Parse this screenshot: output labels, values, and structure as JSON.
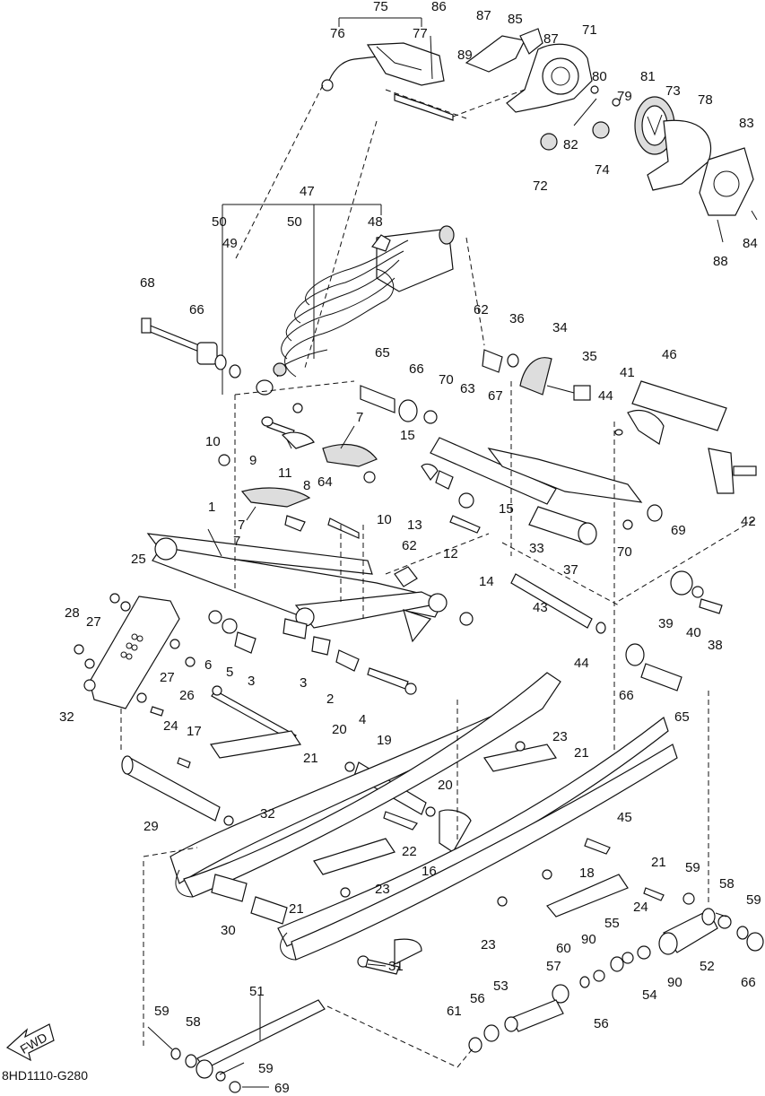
{
  "diagram_code": "8HD1110-G280",
  "fwd_label": "FWD",
  "callout_numbers": [
    "1",
    "2",
    "3",
    "4",
    "5",
    "6",
    "7",
    "8",
    "9",
    "10",
    "11",
    "12",
    "13",
    "14",
    "15",
    "16",
    "17",
    "18",
    "19",
    "20",
    "21",
    "22",
    "23",
    "24",
    "25",
    "26",
    "27",
    "28",
    "29",
    "30",
    "31",
    "32",
    "33",
    "34",
    "35",
    "36",
    "37",
    "38",
    "39",
    "40",
    "41",
    "42",
    "43",
    "44",
    "45",
    "46",
    "47",
    "48",
    "49",
    "50",
    "51",
    "52",
    "53",
    "54",
    "55",
    "56",
    "57",
    "58",
    "59",
    "60",
    "61",
    "62",
    "63",
    "64",
    "65",
    "66",
    "67",
    "68",
    "69",
    "70",
    "71",
    "72",
    "73",
    "74",
    "75",
    "76",
    "77",
    "78",
    "79",
    "80",
    "81",
    "82",
    "83",
    "84",
    "85",
    "86",
    "87",
    "88",
    "89",
    "90"
  ],
  "callouts": [
    {
      "id": "c75a",
      "text": "75"
    },
    {
      "id": "c86",
      "text": "86"
    },
    {
      "id": "c87a",
      "text": "87"
    },
    {
      "id": "c85",
      "text": "85"
    },
    {
      "id": "c76",
      "text": "76"
    },
    {
      "id": "c77",
      "text": "77"
    },
    {
      "id": "c89",
      "text": "89"
    },
    {
      "id": "c87b",
      "text": "87"
    },
    {
      "id": "c71",
      "text": "71"
    },
    {
      "id": "c80",
      "text": "80"
    },
    {
      "id": "c81",
      "text": "81"
    },
    {
      "id": "c73",
      "text": "73"
    },
    {
      "id": "c79",
      "text": "79"
    },
    {
      "id": "c78",
      "text": "78"
    },
    {
      "id": "c82",
      "text": "82"
    },
    {
      "id": "c83",
      "text": "83"
    },
    {
      "id": "c74",
      "text": "74"
    },
    {
      "id": "c72",
      "text": "72"
    },
    {
      "id": "c84",
      "text": "84"
    },
    {
      "id": "c88",
      "text": "88"
    },
    {
      "id": "c47",
      "text": "47"
    },
    {
      "id": "c50a",
      "text": "50"
    },
    {
      "id": "c50b",
      "text": "50"
    },
    {
      "id": "c48",
      "text": "48"
    },
    {
      "id": "c49",
      "text": "49"
    },
    {
      "id": "c68",
      "text": "68"
    },
    {
      "id": "c66a",
      "text": "66"
    },
    {
      "id": "c62a",
      "text": "62"
    },
    {
      "id": "c36",
      "text": "36"
    },
    {
      "id": "c34",
      "text": "34"
    },
    {
      "id": "c65a",
      "text": "65"
    },
    {
      "id": "c66b",
      "text": "66"
    },
    {
      "id": "c70a",
      "text": "70"
    },
    {
      "id": "c63",
      "text": "63"
    },
    {
      "id": "c67",
      "text": "67"
    },
    {
      "id": "c35",
      "text": "35"
    },
    {
      "id": "c44a",
      "text": "44"
    },
    {
      "id": "c46",
      "text": "46"
    },
    {
      "id": "c41",
      "text": "41"
    },
    {
      "id": "c7a",
      "text": "7"
    },
    {
      "id": "c10a",
      "text": "10"
    },
    {
      "id": "c9",
      "text": "9"
    },
    {
      "id": "c11",
      "text": "11"
    },
    {
      "id": "c15a",
      "text": "15"
    },
    {
      "id": "c8",
      "text": "8"
    },
    {
      "id": "c64",
      "text": "64"
    },
    {
      "id": "c10b",
      "text": "10"
    },
    {
      "id": "c1",
      "text": "1"
    },
    {
      "id": "c7b",
      "text": "7"
    },
    {
      "id": "c7c",
      "text": "7"
    },
    {
      "id": "c13",
      "text": "13"
    },
    {
      "id": "c15b",
      "text": "15"
    },
    {
      "id": "c69",
      "text": "69"
    },
    {
      "id": "c42",
      "text": "42"
    },
    {
      "id": "c12",
      "text": "12"
    },
    {
      "id": "c33",
      "text": "33"
    },
    {
      "id": "c70b",
      "text": "70"
    },
    {
      "id": "c25",
      "text": "25"
    },
    {
      "id": "c62b",
      "text": "62"
    },
    {
      "id": "c37",
      "text": "37"
    },
    {
      "id": "c14",
      "text": "14"
    },
    {
      "id": "c28",
      "text": "28"
    },
    {
      "id": "c27a",
      "text": "27"
    },
    {
      "id": "c6",
      "text": "6"
    },
    {
      "id": "c5",
      "text": "5"
    },
    {
      "id": "c3a",
      "text": "3"
    },
    {
      "id": "c3b",
      "text": "3"
    },
    {
      "id": "c43",
      "text": "43"
    },
    {
      "id": "c39",
      "text": "39"
    },
    {
      "id": "c40",
      "text": "40"
    },
    {
      "id": "c38",
      "text": "38"
    },
    {
      "id": "c27b",
      "text": "27"
    },
    {
      "id": "c2",
      "text": "2"
    },
    {
      "id": "c44b",
      "text": "44"
    },
    {
      "id": "c26",
      "text": "26"
    },
    {
      "id": "c4",
      "text": "4"
    },
    {
      "id": "c32a",
      "text": "32"
    },
    {
      "id": "c66c",
      "text": "66"
    },
    {
      "id": "c65b",
      "text": "65"
    },
    {
      "id": "c17",
      "text": "17"
    },
    {
      "id": "c24a",
      "text": "24"
    },
    {
      "id": "c20a",
      "text": "20"
    },
    {
      "id": "c19",
      "text": "19"
    },
    {
      "id": "c23a",
      "text": "23"
    },
    {
      "id": "c21a",
      "text": "21"
    },
    {
      "id": "c21b",
      "text": "21"
    },
    {
      "id": "c20b",
      "text": "20"
    },
    {
      "id": "c29",
      "text": "29"
    },
    {
      "id": "c32b",
      "text": "32"
    },
    {
      "id": "c45",
      "text": "45"
    },
    {
      "id": "c22",
      "text": "22"
    },
    {
      "id": "c16",
      "text": "16"
    },
    {
      "id": "c18",
      "text": "18"
    },
    {
      "id": "c21c",
      "text": "21"
    },
    {
      "id": "c59a",
      "text": "59"
    },
    {
      "id": "c23b",
      "text": "23"
    },
    {
      "id": "c58a",
      "text": "58"
    },
    {
      "id": "c59b",
      "text": "59"
    },
    {
      "id": "c30",
      "text": "30"
    },
    {
      "id": "c21d",
      "text": "21"
    },
    {
      "id": "c24b",
      "text": "24"
    },
    {
      "id": "c23c",
      "text": "23"
    },
    {
      "id": "c55",
      "text": "55"
    },
    {
      "id": "c60",
      "text": "60"
    },
    {
      "id": "c90a",
      "text": "90"
    },
    {
      "id": "c52",
      "text": "52"
    },
    {
      "id": "c66d",
      "text": "66"
    },
    {
      "id": "c31",
      "text": "31"
    },
    {
      "id": "c57",
      "text": "57"
    },
    {
      "id": "c54",
      "text": "54"
    },
    {
      "id": "c90b",
      "text": "90"
    },
    {
      "id": "c51",
      "text": "51"
    },
    {
      "id": "c53",
      "text": "53"
    },
    {
      "id": "c56a",
      "text": "56"
    },
    {
      "id": "c56b",
      "text": "56"
    },
    {
      "id": "c61",
      "text": "61"
    },
    {
      "id": "c59c",
      "text": "59"
    },
    {
      "id": "c58b",
      "text": "58"
    },
    {
      "id": "c59d",
      "text": "59"
    },
    {
      "id": "c69b",
      "text": "69"
    }
  ]
}
